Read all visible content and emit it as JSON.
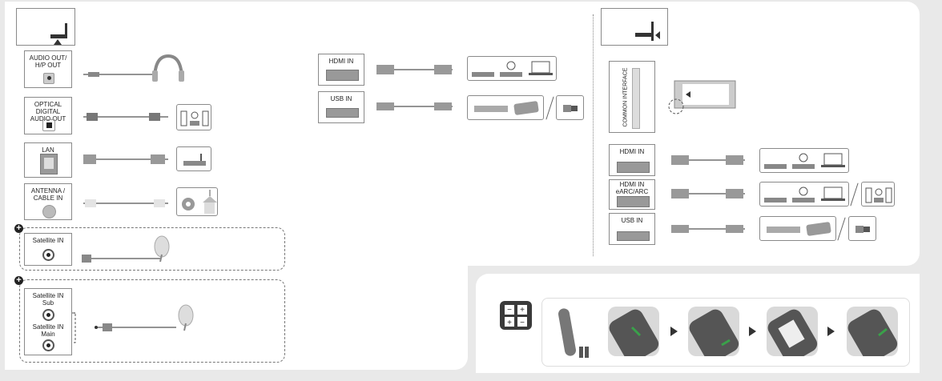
{
  "left_ports": {
    "audio_out": "AUDIO OUT/\nH/P OUT",
    "optical": "OPTICAL DIGITAL\nAUDIO OUT",
    "lan": "LAN",
    "antenna": "ANTENNA /\nCABLE IN",
    "satellite_in": "Satellite IN",
    "satellite_sub": "Satellite IN\nSub",
    "satellite_main": "Satellite IN\nMain"
  },
  "middle_ports": {
    "hdmi": "HDMI IN",
    "usb": "USB IN"
  },
  "right_ports": {
    "common_interface": "COMMON INTERFACE",
    "hdmi": "HDMI IN",
    "hdmi_earc": "HDMI IN\neARC/ARC",
    "usb": "USB IN"
  },
  "icons": {
    "tv_rear_left": "tv-rear-bottom-icon",
    "tv_rear_right": "tv-rear-side-icon",
    "remote_buttons": "remote-plus-minus-icon"
  },
  "colors": {
    "panel": "#ffffff",
    "background": "#e9e9e9",
    "line": "#555555",
    "arrow_green": "#3aa14a",
    "remote_body": "#6a6a6a"
  }
}
